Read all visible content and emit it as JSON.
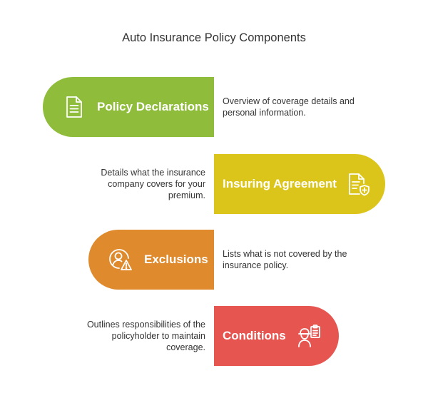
{
  "title": "Auto Insurance Policy Components",
  "components": [
    {
      "label": "Policy Declarations",
      "description": "Overview of coverage details and personal information.",
      "color": "#8fbc3b",
      "icon": "document-icon"
    },
    {
      "label": "Insuring Agreement",
      "description": "Details what the insurance company covers for your premium.",
      "color": "#dcc51b",
      "icon": "document-shield-icon"
    },
    {
      "label": "Exclusions",
      "description": "Lists what is not covered by the insurance policy.",
      "color": "#e08a2e",
      "icon": "user-warning-icon"
    },
    {
      "label": "Conditions",
      "description": "Outlines responsibilities of the policyholder to maintain coverage.",
      "color": "#e65550",
      "icon": "worker-clipboard-icon"
    }
  ]
}
